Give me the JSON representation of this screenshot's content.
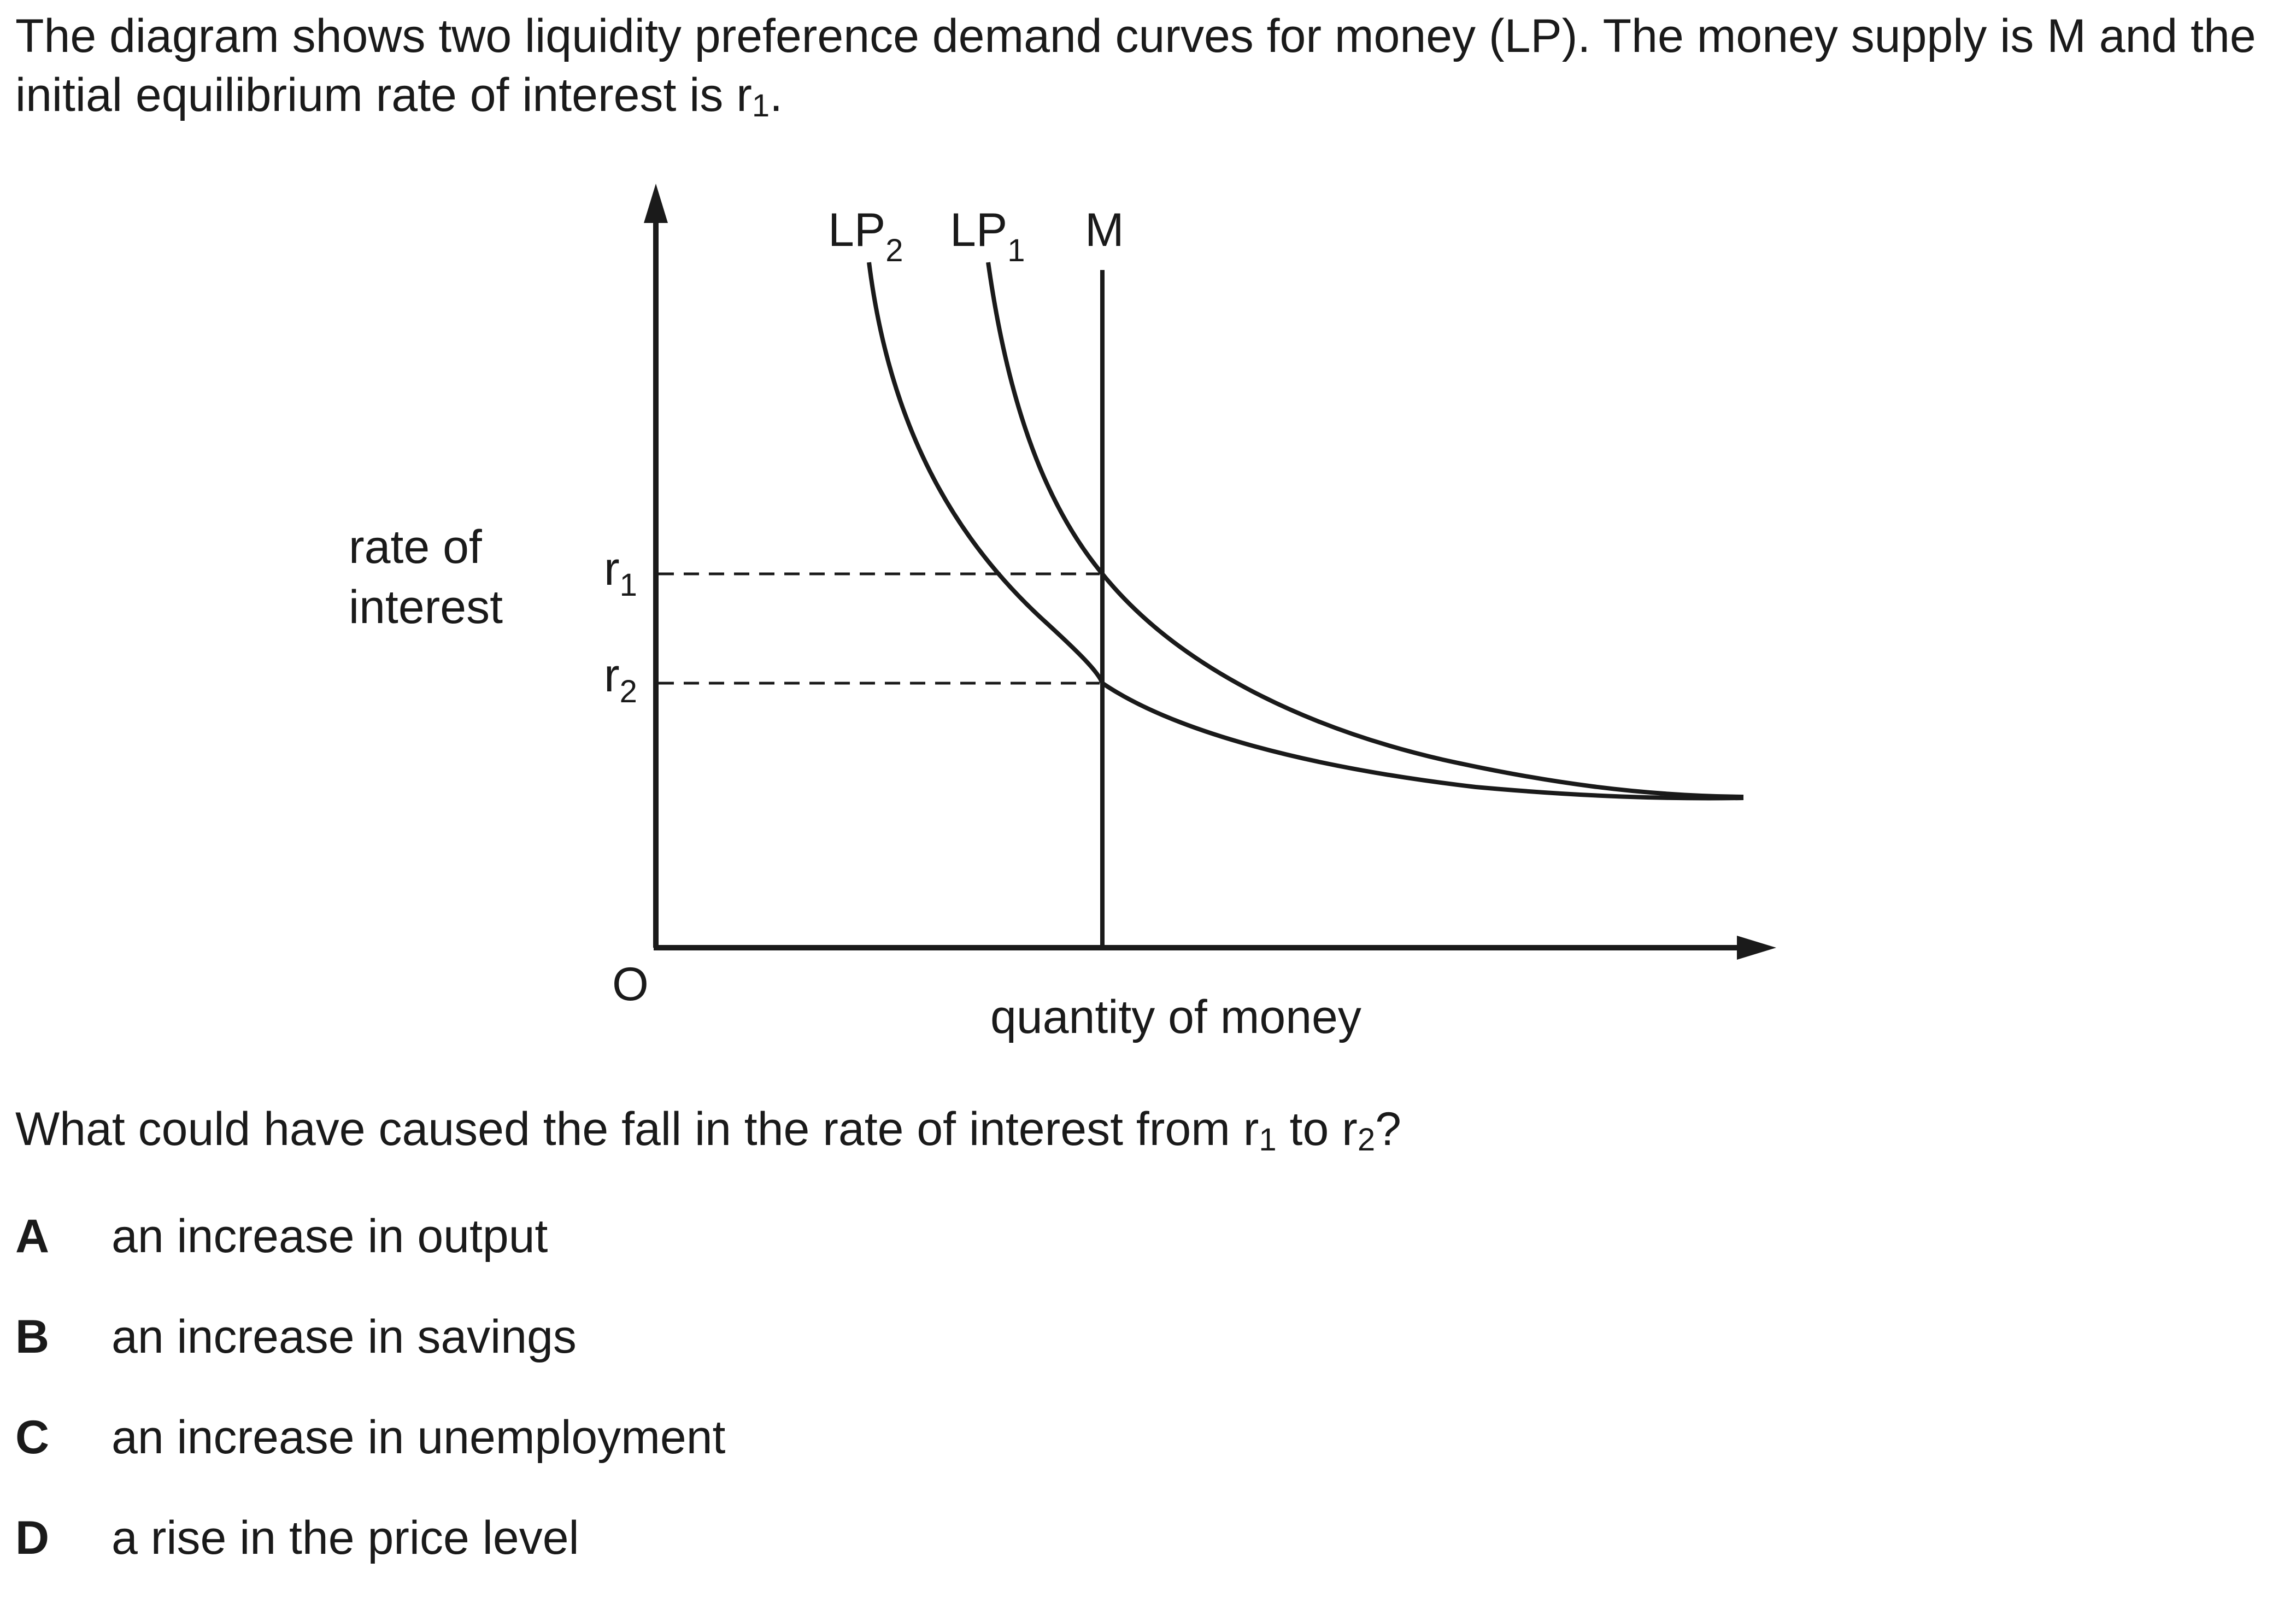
{
  "intro": {
    "part1": "The diagram shows two liquidity preference demand curves for money (LP). The money supply is M and the initial equilibrium rate of interest is r",
    "sub1": "1",
    "part2": "."
  },
  "diagram": {
    "y_axis_label_line1": "rate of",
    "y_axis_label_line2": "interest",
    "x_axis_label": "quantity of money",
    "origin_label": "O",
    "r1": {
      "base": "r",
      "sub": "1"
    },
    "r2": {
      "base": "r",
      "sub": "2"
    },
    "lp2": {
      "base": "LP",
      "sub": "2"
    },
    "lp1": {
      "base": "LP",
      "sub": "1"
    },
    "m_label": "M"
  },
  "question": {
    "part1": "What could have caused the fall in the rate of interest from r",
    "sub1": "1",
    "part2": " to r",
    "sub2": "2",
    "part3": "?"
  },
  "options": [
    {
      "letter": "A",
      "text": "an increase in output"
    },
    {
      "letter": "B",
      "text": "an increase in savings"
    },
    {
      "letter": "C",
      "text": "an increase in unemployment"
    },
    {
      "letter": "D",
      "text": "a rise in the price level"
    }
  ]
}
